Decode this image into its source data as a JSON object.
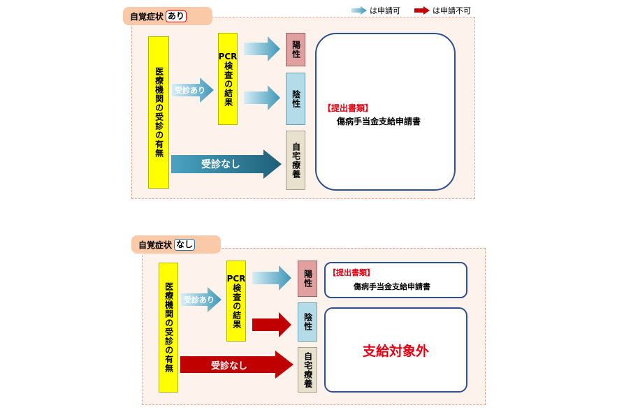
{
  "legend": {
    "allowed_label": "は申請可",
    "not_allowed_label": "は申請不可",
    "allowed_color": "#4aa3c2",
    "not_allowed_color": "#c00000"
  },
  "panel_yes": {
    "tab_label": "自覚症状",
    "tab_tag": "あり",
    "consult_box": "医療機関の受診の有無",
    "consult_yes": "受診あり",
    "pcr_top": "PCR",
    "pcr_rest": "検査の結果",
    "positive": "陽性",
    "negative": "陰性",
    "home_care": "自宅療養",
    "consult_no": "受診なし",
    "submit_header": "【提出書類】",
    "submit_doc": "傷病手当金支給申請書"
  },
  "panel_no": {
    "tab_label": "自覚症状",
    "tab_tag": "なし",
    "consult_box": "医療機関の受診の有無",
    "consult_yes": "受診あり",
    "pcr_top": "PCR",
    "pcr_rest": "検査の結果",
    "positive": "陽性",
    "negative": "陰性",
    "home_care": "自宅療養",
    "consult_no": "受診なし",
    "submit_header": "【提出書類】",
    "submit_doc": "傷病手当金支給申請書",
    "not_covered": "支給対象外"
  }
}
